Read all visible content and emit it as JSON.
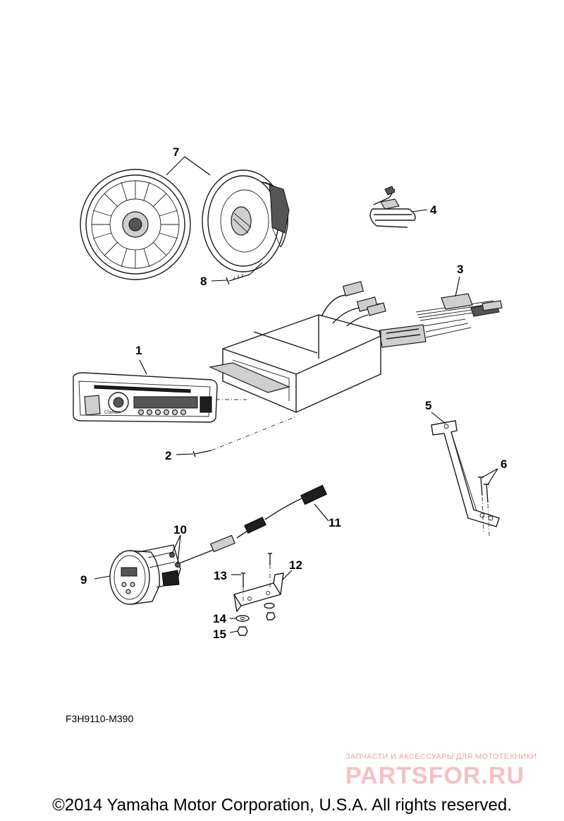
{
  "diagram": {
    "callouts": {
      "1": "1",
      "2": "2",
      "3": "3",
      "4": "4",
      "5": "5",
      "6": "6",
      "7": "7",
      "8": "8",
      "9": "9",
      "10": "10",
      "11": "11",
      "12": "12",
      "13": "13",
      "14": "14",
      "15": "15"
    },
    "code": "F3H9110-M390",
    "radio_brand": "Clarion"
  },
  "watermark": {
    "subtitle": "ЗАПЧАСТИ И АКСЕССУАРЫ ДЛЯ МОТОТЕХНИКИ",
    "site": "PARTSFOR.RU",
    "color": "#f3c1c1"
  },
  "footer": {
    "copyright": "©2014 Yamaha Motor Corporation, U.S.A. All rights reserved."
  }
}
